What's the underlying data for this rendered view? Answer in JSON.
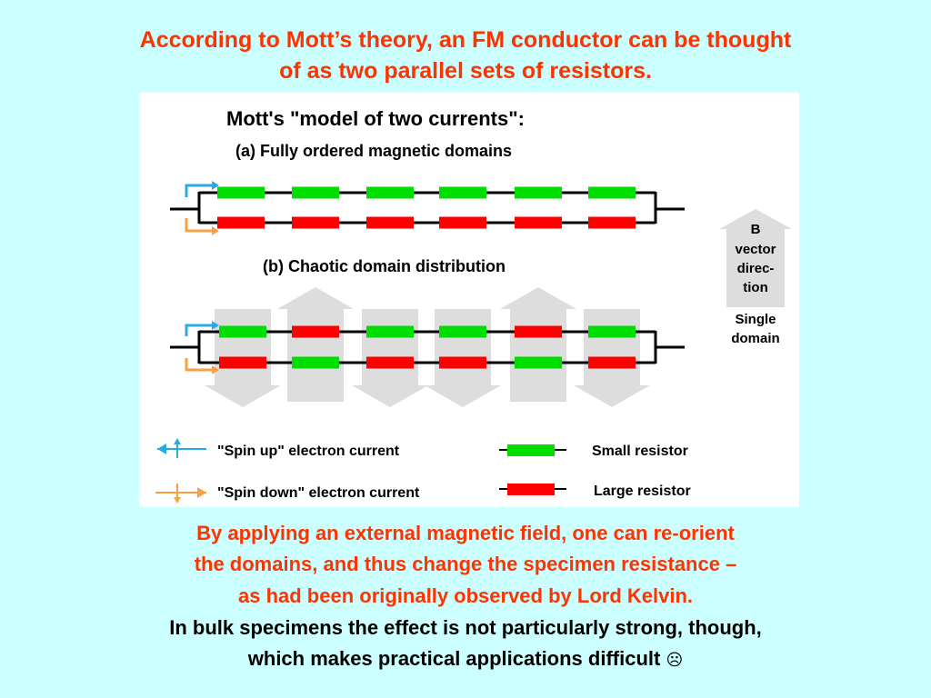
{
  "slide": {
    "heading_line1": "According to Mott’s theory, an FM conductor can be thought",
    "heading_line2": "of as two parallel sets of resistors.",
    "colors": {
      "background": "#ccffff",
      "heading": "#ff3300",
      "small_resistor": "#00dd00",
      "large_resistor": "#ff0000",
      "spin_up": "#29abe2",
      "spin_down": "#f7a040",
      "domain_arrow": "#dddddd"
    }
  },
  "figure": {
    "title": "Mott's \"model of two currents\":",
    "part_a_label": "(a) Fully ordered magnetic domains",
    "part_b_label": "(b) Chaotic domain distribution",
    "part_a_top_rail": [
      "small",
      "small",
      "small",
      "small",
      "small",
      "small"
    ],
    "part_a_bottom_rail": [
      "large",
      "large",
      "large",
      "large",
      "large",
      "large"
    ],
    "part_b_domain_directions": [
      "down",
      "up",
      "down",
      "down",
      "up",
      "down"
    ],
    "part_b_top_rail": [
      "small",
      "large",
      "small",
      "small",
      "large",
      "small"
    ],
    "part_b_bottom_rail": [
      "large",
      "small",
      "large",
      "large",
      "small",
      "large"
    ],
    "b_vector_label": [
      "B",
      "vector",
      "direc-",
      "tion"
    ],
    "single_domain_label": [
      "Single",
      "domain"
    ],
    "legend": {
      "spin_up": "\"Spin up\" electron current",
      "spin_down": "\"Spin down\" electron current",
      "small_resistor": "Small resistor",
      "large_resistor": "Large resistor"
    }
  },
  "bottom_text": {
    "red_line1": "By applying an external magnetic field, one can re-orient",
    "red_line2": "the domains, and thus change the specimen resistance –",
    "red_line3": "as had been originally observed by Lord Kelvin.",
    "black_line1": "In bulk specimens the effect is not particularly strong, though,",
    "black_line2": "which makes practical applications difficult",
    "emoticon": "☹"
  }
}
